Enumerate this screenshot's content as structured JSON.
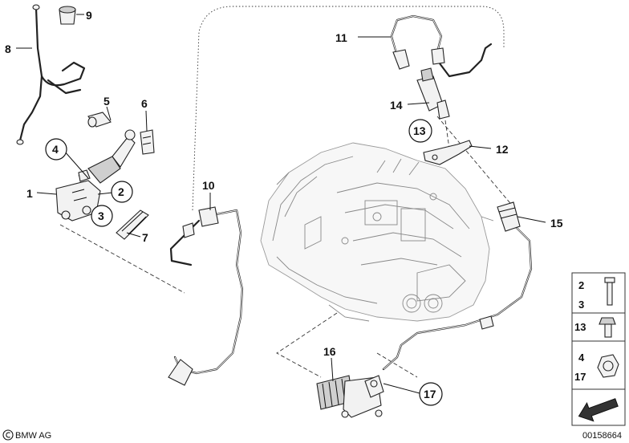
{
  "callouts": {
    "p1": "1",
    "p2": "2",
    "p3": "3",
    "p4": "4",
    "p5": "5",
    "p6": "6",
    "p7": "7",
    "p8": "8",
    "p9": "9",
    "p10": "10",
    "p11": "11",
    "p12": "12",
    "p13": "13",
    "p14": "14",
    "p15": "15",
    "p16": "16",
    "p17": "17"
  },
  "legend": {
    "row1_a": "2",
    "row1_b": "3",
    "row2": "13",
    "row3_a": "4",
    "row3_b": "17"
  },
  "footer": {
    "brand": "BMW AG",
    "image_number": "00158664"
  }
}
